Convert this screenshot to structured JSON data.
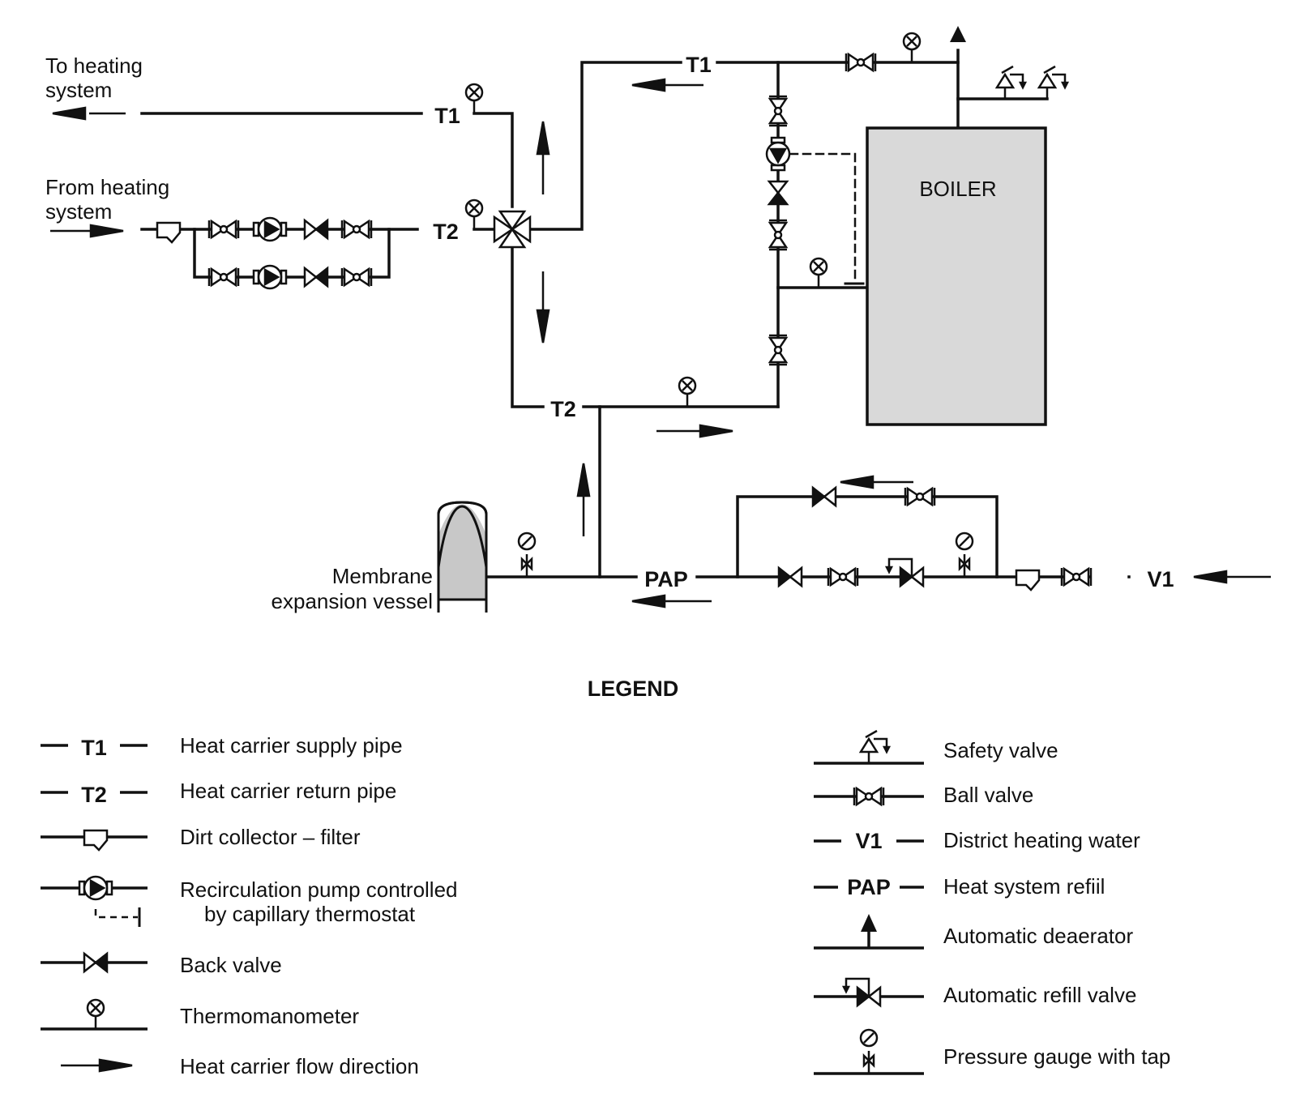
{
  "colors": {
    "line": "#111111",
    "boiler_fill": "#d9d9d9",
    "vessel_fill": "#c8c8c8",
    "background": "#ffffff"
  },
  "labels": {
    "to_heating_line1": "To heating",
    "to_heating_line2": "system",
    "from_heating_line1": "From heating",
    "from_heating_line2": "system",
    "boiler": "BOILER",
    "vessel_line1": "Membrane",
    "vessel_line2": "expansion vessel",
    "t1": "T1",
    "t2": "T2",
    "pap": "PAP",
    "v1": "V1"
  },
  "legend": {
    "title": "LEGEND",
    "left": [
      {
        "tag": "T1",
        "text": "Heat carrier supply pipe",
        "icon": "supply-pipe-icon"
      },
      {
        "tag": "T2",
        "text": "Heat carrier return pipe",
        "icon": "return-pipe-icon"
      },
      {
        "text": "Dirt collector – filter",
        "icon": "dirt-collector-icon"
      },
      {
        "text": "Recirculation pump controlled",
        "text2": "by capillary thermostat",
        "icon": "recirculation-pump-icon"
      },
      {
        "text": "Back valve",
        "icon": "back-valve-icon"
      },
      {
        "text": "Thermomanometer",
        "icon": "thermomanometer-icon"
      },
      {
        "text": "Heat carrier flow direction",
        "icon": "flow-arrow-icon"
      }
    ],
    "right": [
      {
        "text": "Safety valve",
        "icon": "safety-valve-icon"
      },
      {
        "text": "Ball valve",
        "icon": "ball-valve-icon"
      },
      {
        "tag": "V1",
        "text": "District heating water",
        "icon": "district-water-icon"
      },
      {
        "tag": "PAP",
        "text": "Heat system refiil",
        "icon": "refill-pipe-icon"
      },
      {
        "text": "Automatic deaerator",
        "icon": "deaerator-icon"
      },
      {
        "text": "Automatic refill valve",
        "icon": "refill-valve-icon"
      },
      {
        "text": "Pressure gauge with tap",
        "icon": "pressure-gauge-icon"
      }
    ]
  }
}
